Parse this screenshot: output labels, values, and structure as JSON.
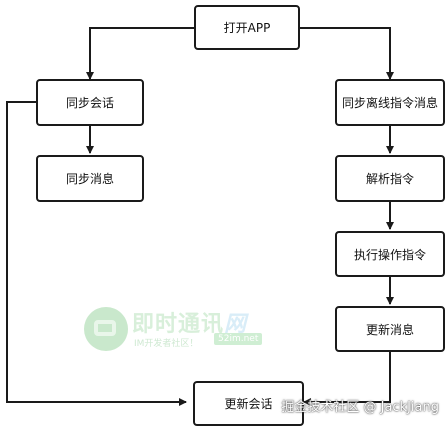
{
  "nodes": {
    "open_app": "打开APP",
    "sync_session": "同步会话",
    "sync_message": "同步消息",
    "sync_offline": "同步离线指令消息",
    "parse_command": "解析指令",
    "execute_command": "执行操作指令",
    "update_message": "更新消息",
    "update_session": "更新会话"
  },
  "watermark": {
    "title": "即时通讯",
    "title_suffix": "网",
    "subtitle": "IM开发者社区！",
    "site": "52im.net"
  },
  "credit": "掘金技术社区 @ JackJiang",
  "colors": {
    "stroke": "#1a1a1a",
    "watermark_green": "#c9e8cc"
  }
}
